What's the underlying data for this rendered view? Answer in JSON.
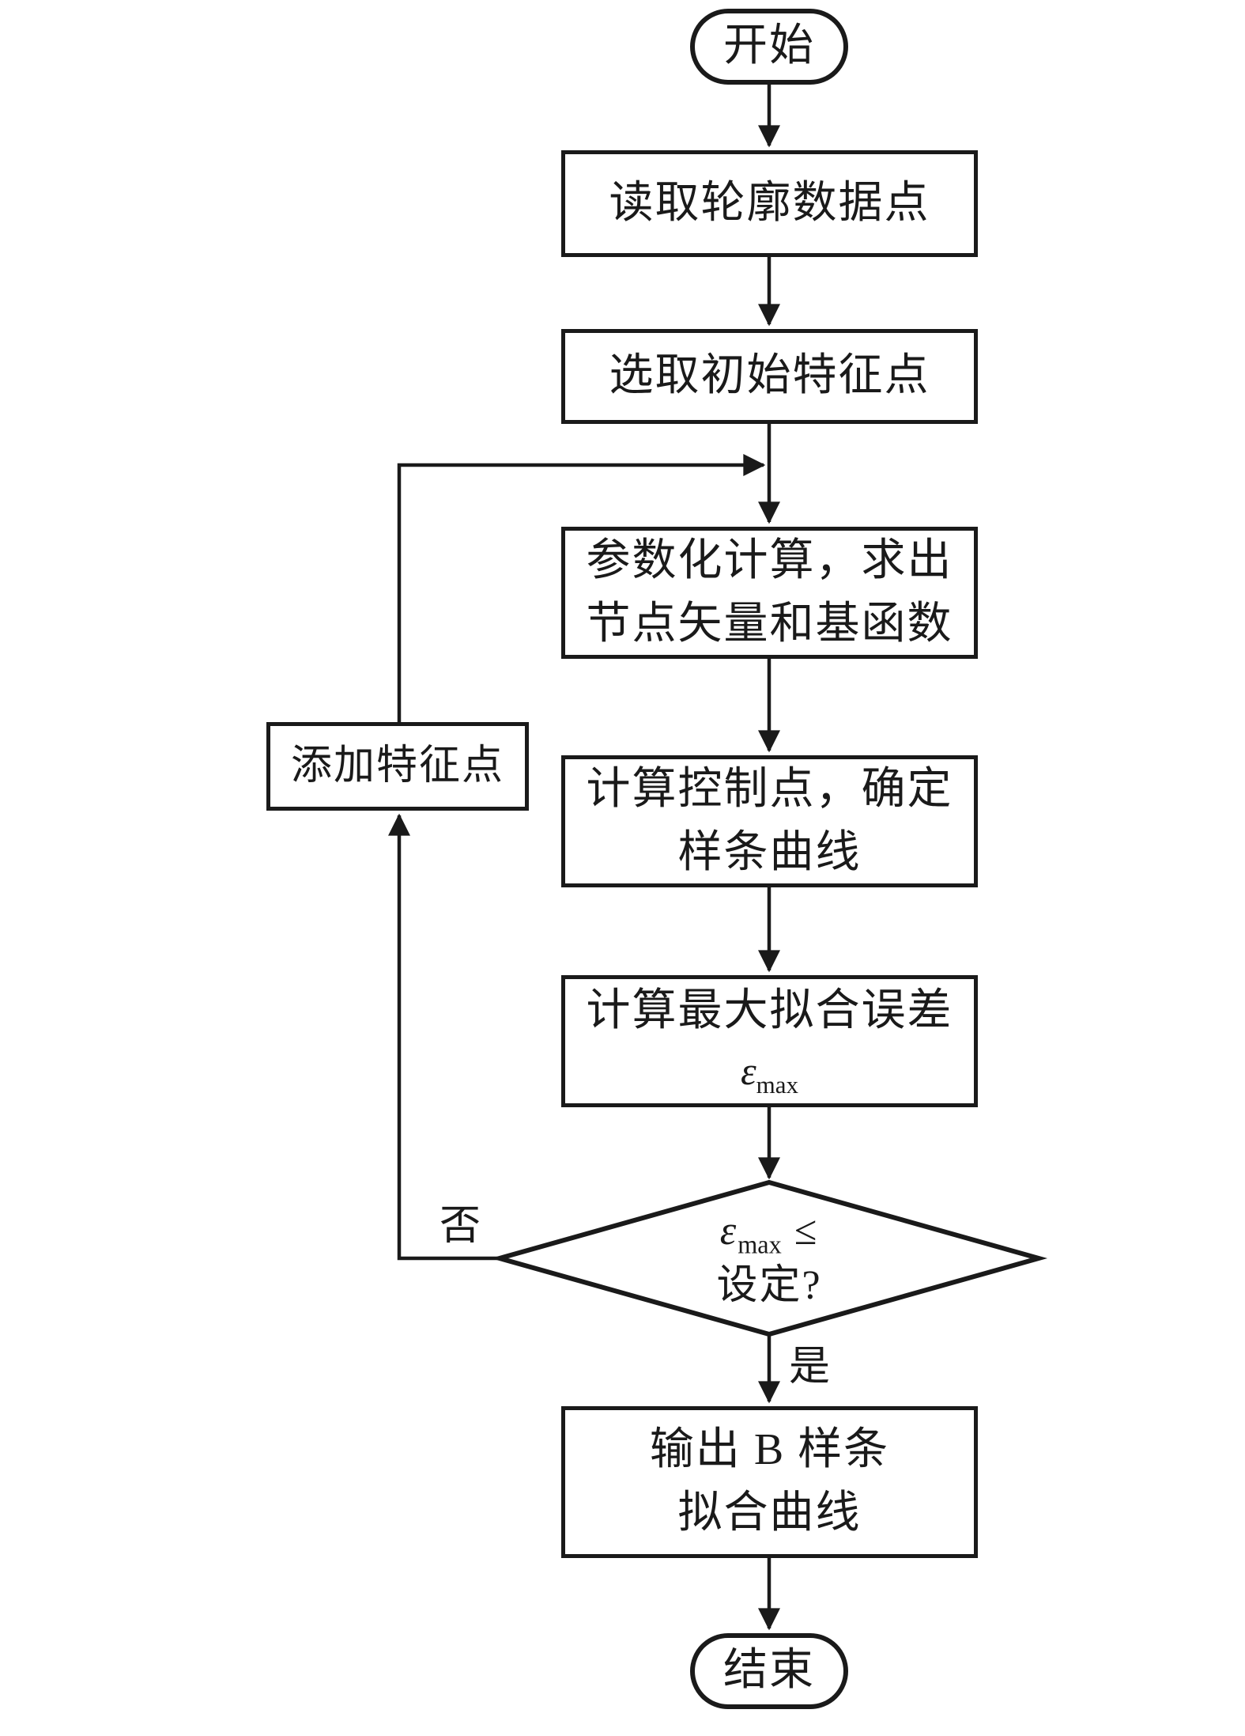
{
  "diagram_type": "flowchart",
  "nodes": {
    "start": "开始",
    "read_points": "读取轮廓数据点",
    "select_initial": "选取初始特征点",
    "parameterize": {
      "line1": "参数化计算，求出",
      "line2": "节点矢量和基函数"
    },
    "control_points": {
      "line1": "计算控制点，确定",
      "line2": "样条曲线"
    },
    "max_error": {
      "line1": "计算最大拟合误差",
      "epsilon": "ε",
      "subscript": "max"
    },
    "decision": {
      "epsilon": "ε",
      "subscript": "max",
      "operator": "≤",
      "line2": "设定?"
    },
    "add_feature": "添加特征点",
    "output": {
      "line1": "输出 B 样条",
      "line2": "拟合曲线"
    },
    "end": "结束"
  },
  "edge_labels": {
    "no": "否",
    "yes": "是"
  },
  "colors": {
    "ink": "#1a1a1a",
    "background": "#ffffff"
  }
}
